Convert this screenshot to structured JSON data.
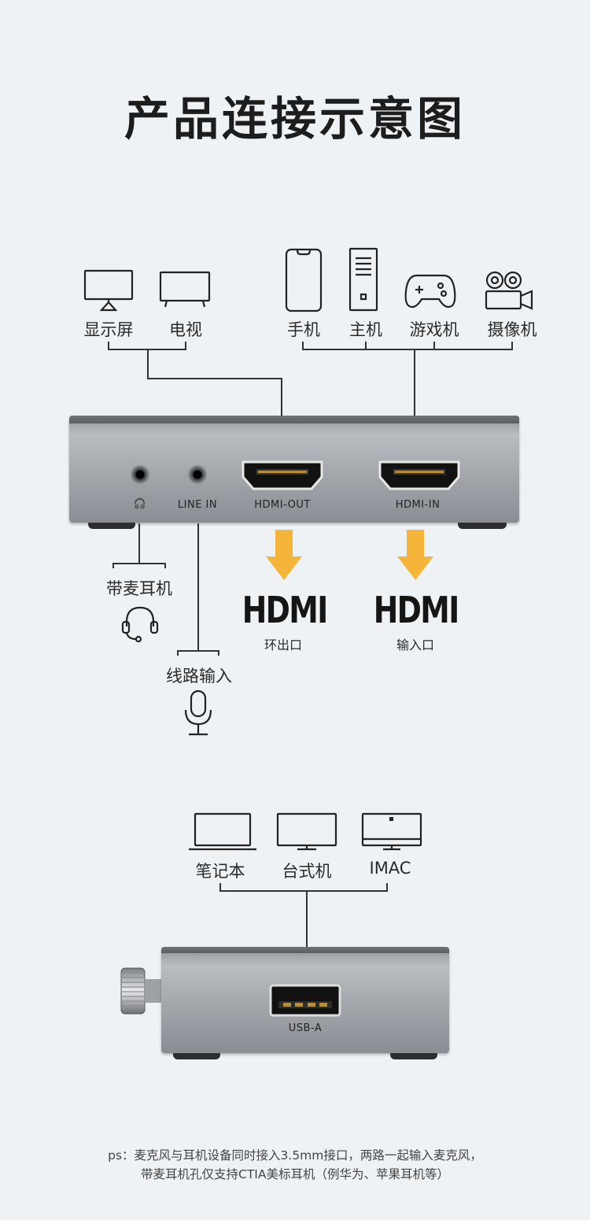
{
  "title": "产品连接示意图",
  "devices_top_left": [
    {
      "label": "显示屏",
      "icon": "monitor-icon"
    },
    {
      "label": "电视",
      "icon": "tv-icon"
    }
  ],
  "devices_top_right": [
    {
      "label": "手机",
      "icon": "phone-icon"
    },
    {
      "label": "主机",
      "icon": "pc-tower-icon"
    },
    {
      "label": "游戏机",
      "icon": "gamepad-icon"
    },
    {
      "label": "摄像机",
      "icon": "camera-icon"
    }
  ],
  "box1_ports": {
    "headset_port_label": "🎧",
    "line_in": "LINE IN",
    "hdmi_out": "HDMI-OUT",
    "hdmi_in": "HDMI-IN"
  },
  "below_box1": {
    "headset_label": "带麦耳机",
    "line_input_label": "线路输入",
    "hdmi_out_big": "HDMI",
    "hdmi_out_caption": "环出口",
    "hdmi_in_big": "HDMI",
    "hdmi_in_caption": "输入口"
  },
  "devices_bottom": [
    {
      "label": "笔记本",
      "icon": "laptop-icon"
    },
    {
      "label": "台式机",
      "icon": "desktop-icon"
    },
    {
      "label": "IMAC",
      "icon": "imac-icon"
    }
  ],
  "box2_ports": {
    "usb_a": "USB-A"
  },
  "note_line1": "ps：麦克风与耳机设备同时接入3.5mm接口，两路一起输入麦克风，",
  "note_line2": "带麦耳机孔仅支持CTIA美标耳机（例华为、苹果耳机等）",
  "colors": {
    "arrow": "#f5b53a",
    "background": "#eef2f5",
    "box": "#a3a7ac"
  }
}
